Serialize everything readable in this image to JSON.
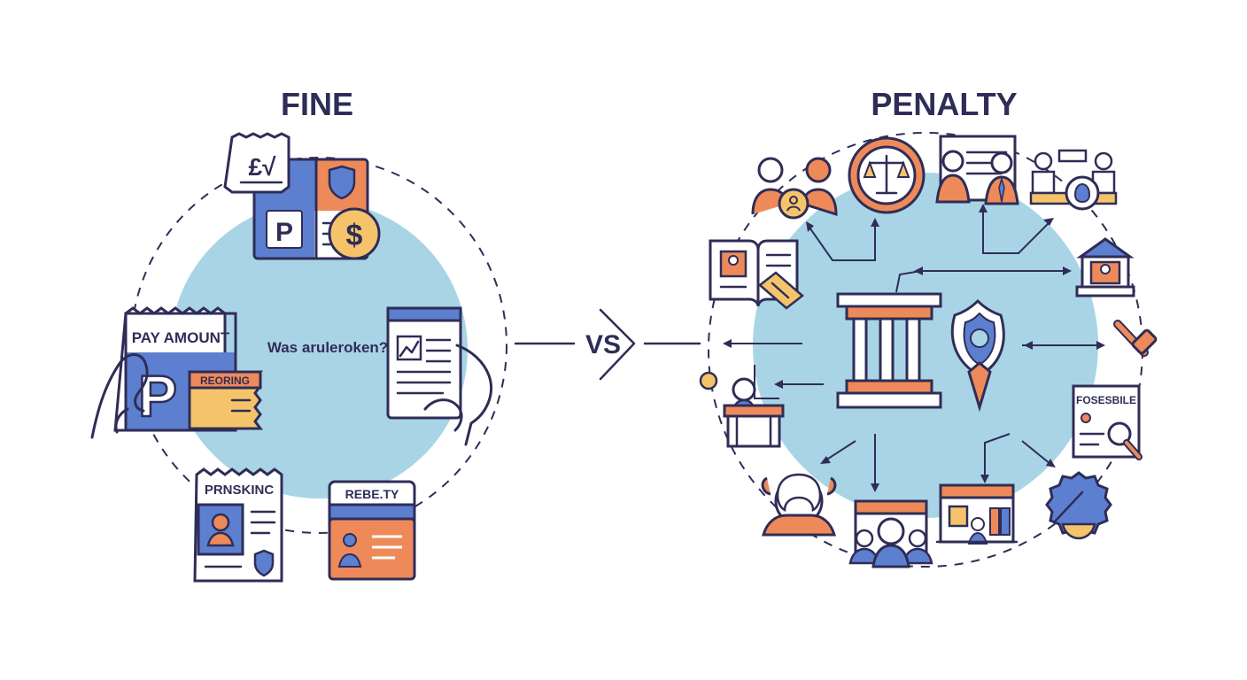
{
  "titles": {
    "left": "FINE",
    "right": "PENALTY"
  },
  "vs": "VS",
  "fine": {
    "center_question": "Was aruleroken?",
    "ticket_pay_amount": "PAY AMOUNT",
    "ticket_receipt": "REORING",
    "parking_card": "PRNSKINC",
    "penalty_card": "REBE.TY",
    "currency_symbol": "£√",
    "dollar_symbol": "$",
    "parking_letter": "P"
  },
  "penalty": {
    "document_label": "FOSESBILE"
  },
  "colors": {
    "navy": "#2f2d57",
    "blue": "#5d7fd0",
    "orange": "#ee8a5a",
    "yellow": "#f5c46a",
    "light_blue": "#a9d4e6"
  }
}
